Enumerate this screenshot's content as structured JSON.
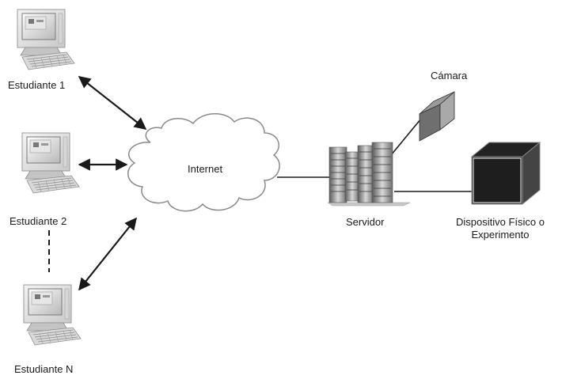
{
  "labels": {
    "student1": "Estudiante 1",
    "student2": "Estudiante 2",
    "studentN": "Estudiante N",
    "internet": "Internet",
    "server": "Servidor",
    "camera": "Cámara",
    "device_line1": "Dispositivo Físico o",
    "device_line2": "Experimento"
  },
  "icons": {
    "student_computer": "computer-icon",
    "internet": "cloud-icon",
    "server": "server-rack-icon",
    "camera": "camera-icon",
    "device": "cube-icon"
  },
  "colors": {
    "line": "#1a1a1a",
    "cloud_fill": "#ffffff",
    "cloud_stroke": "#8a8a8a",
    "text": "#1a1a1a"
  }
}
